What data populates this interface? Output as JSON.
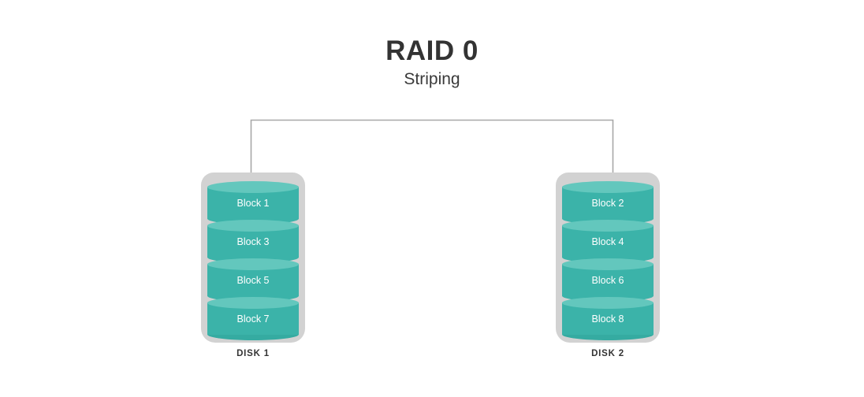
{
  "title": "RAID 0",
  "subtitle": "Striping",
  "colors": {
    "background": "#ffffff",
    "title_text": "#333333",
    "platter_body": "#3bb3a9",
    "platter_top": "#63c7bd",
    "disk_shell": "#d2d2d2",
    "connector_line": "#a8a8a8",
    "block_label_text": "#ffffff"
  },
  "connector": {
    "type": "bracket",
    "description": "horizontal distribution line splitting to both disks"
  },
  "disks": [
    {
      "caption": "DISK 1",
      "blocks": [
        {
          "label": "Block 1"
        },
        {
          "label": "Block 3"
        },
        {
          "label": "Block 5"
        },
        {
          "label": "Block 7"
        }
      ]
    },
    {
      "caption": "DISK 2",
      "blocks": [
        {
          "label": "Block 2"
        },
        {
          "label": "Block 4"
        },
        {
          "label": "Block 6"
        },
        {
          "label": "Block 8"
        }
      ]
    }
  ]
}
